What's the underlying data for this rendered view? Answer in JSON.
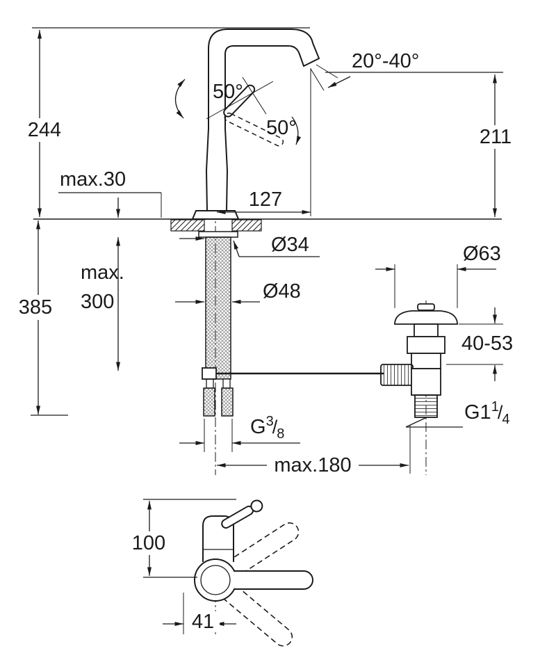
{
  "colors": {
    "background": "#ffffff",
    "line": "#1a1a1a"
  },
  "drawing_type": "faucet-installation-dimension-drawing",
  "labels": {
    "total_height": "244",
    "spout_swivel_angle": "20°-40°",
    "handle_angle_left": "50°",
    "handle_angle_right": "50°",
    "outlet_height": "211",
    "max_deck_thickness": "max.30",
    "spout_reach": "127",
    "shank_diameter": "Ø34",
    "max_word": "max.",
    "hose_length": "300",
    "base_diameter": "Ø48",
    "total_depth": "385",
    "waste_flange_diameter": "Ø63",
    "waste_clamp_range": "40-53",
    "hose_thread": {
      "g": "G",
      "num": "3",
      "slash": "/",
      "den": "8"
    },
    "waste_thread": {
      "g": "G1",
      "num": "1",
      "slash": "/",
      "den": "4"
    },
    "rod_reach": "max.180",
    "plan_depth": "100",
    "plan_offset": "41"
  }
}
